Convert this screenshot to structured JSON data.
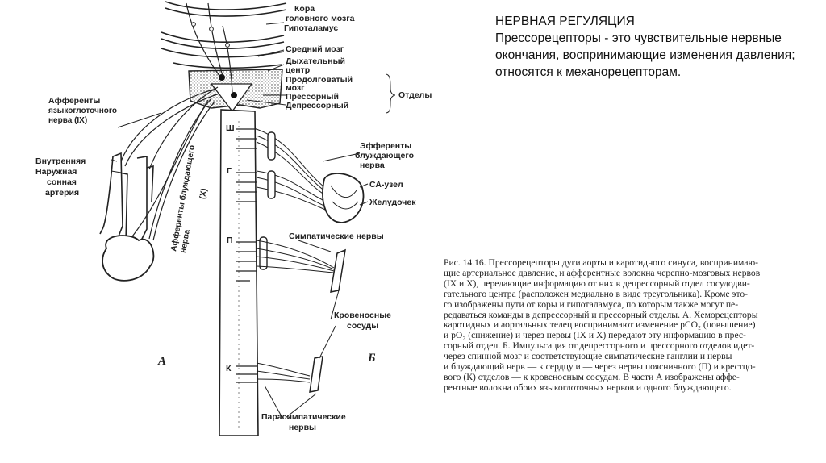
{
  "header": {
    "title": "НЕРВНАЯ РЕГУЛЯЦИЯ",
    "definition": "Прессорецепторы - это чувствительные нервные окончания, воспринимающие изменения давления; относятся к механорецепторам."
  },
  "figure": {
    "labels": {
      "cortex_1": "Кора",
      "cortex_2": "головного мозга",
      "hypothalamus": "Гипоталамус",
      "midbrain": "Средний мозг",
      "resp_1": "Дыхательный",
      "resp_2": "центр",
      "medulla_1": "Продолговатый",
      "medulla_2": "мозг",
      "pressor": "Прессорный",
      "depressor": "Депрессорный",
      "sections": "Отделы",
      "aff_gloss_1": "Афференты",
      "aff_gloss_2": "языкоглоточного",
      "aff_gloss_3": "нерва (IX)",
      "internal": "Внутренняя",
      "external": "Наружная",
      "carotid_1": "сонная",
      "carotid_2": "артерия",
      "aff_vagus_1": "Афференты блуждающего",
      "aff_vagus_2": "нерва",
      "aff_vagus_3": "(X)",
      "eff_vagus_1": "Эфференты",
      "eff_vagus_2": "блуждающего",
      "eff_vagus_3": "нерва",
      "sa_node": "СА-узел",
      "ventricle": "Желудочек",
      "sympathetic": "Симпатические нервы",
      "vessels_1": "Кровеносные",
      "vessels_2": "сосуды",
      "parasym_1": "Парасимпатические",
      "parasym_2": "нервы",
      "seg_sh": "Ш",
      "seg_g": "Г",
      "seg_p": "П",
      "seg_k": "К",
      "panel_a": "А",
      "panel_b": "Б"
    },
    "caption": "Рис. 14.16. Прессорецепторы дуги аорты и каротидного синуса, воспринимаю-\nщие артериальное давление, и афферентные волокна черепно-мозговых нервов\n(IX и X), передающие информацию от них в депрессорный отдел сосудодви-\nгательного центра (расположен медиально в виде треугольника). Кроме это-\nго изображены пути от коры и гипоталамуса, по которым также могут пе-\nредаваться команды в депрессорный и прессорный отделы. А. Хеморецепторы\nкаротидных и аортальных телец воспринимают изменение pCO₂ (повышение)\nи pO₂ (снижение) и через нервы (IX и X) передают эту информацию в прес-\nсорный отдел. Б. Импульсация от депрессорного и прессорного отделов идет-\nчерез спинной мозг и соответствующие симпатические ганглии и нервы\nи блуждающий нерв — к сердцу и — через нервы поясничного (П) и крестцо-\nвого (К) отделов — к кровеносным сосудам. В части А изображены аффе-\nрентные волокна обоих языкоглоточных нервов и одного блуждающего."
  }
}
